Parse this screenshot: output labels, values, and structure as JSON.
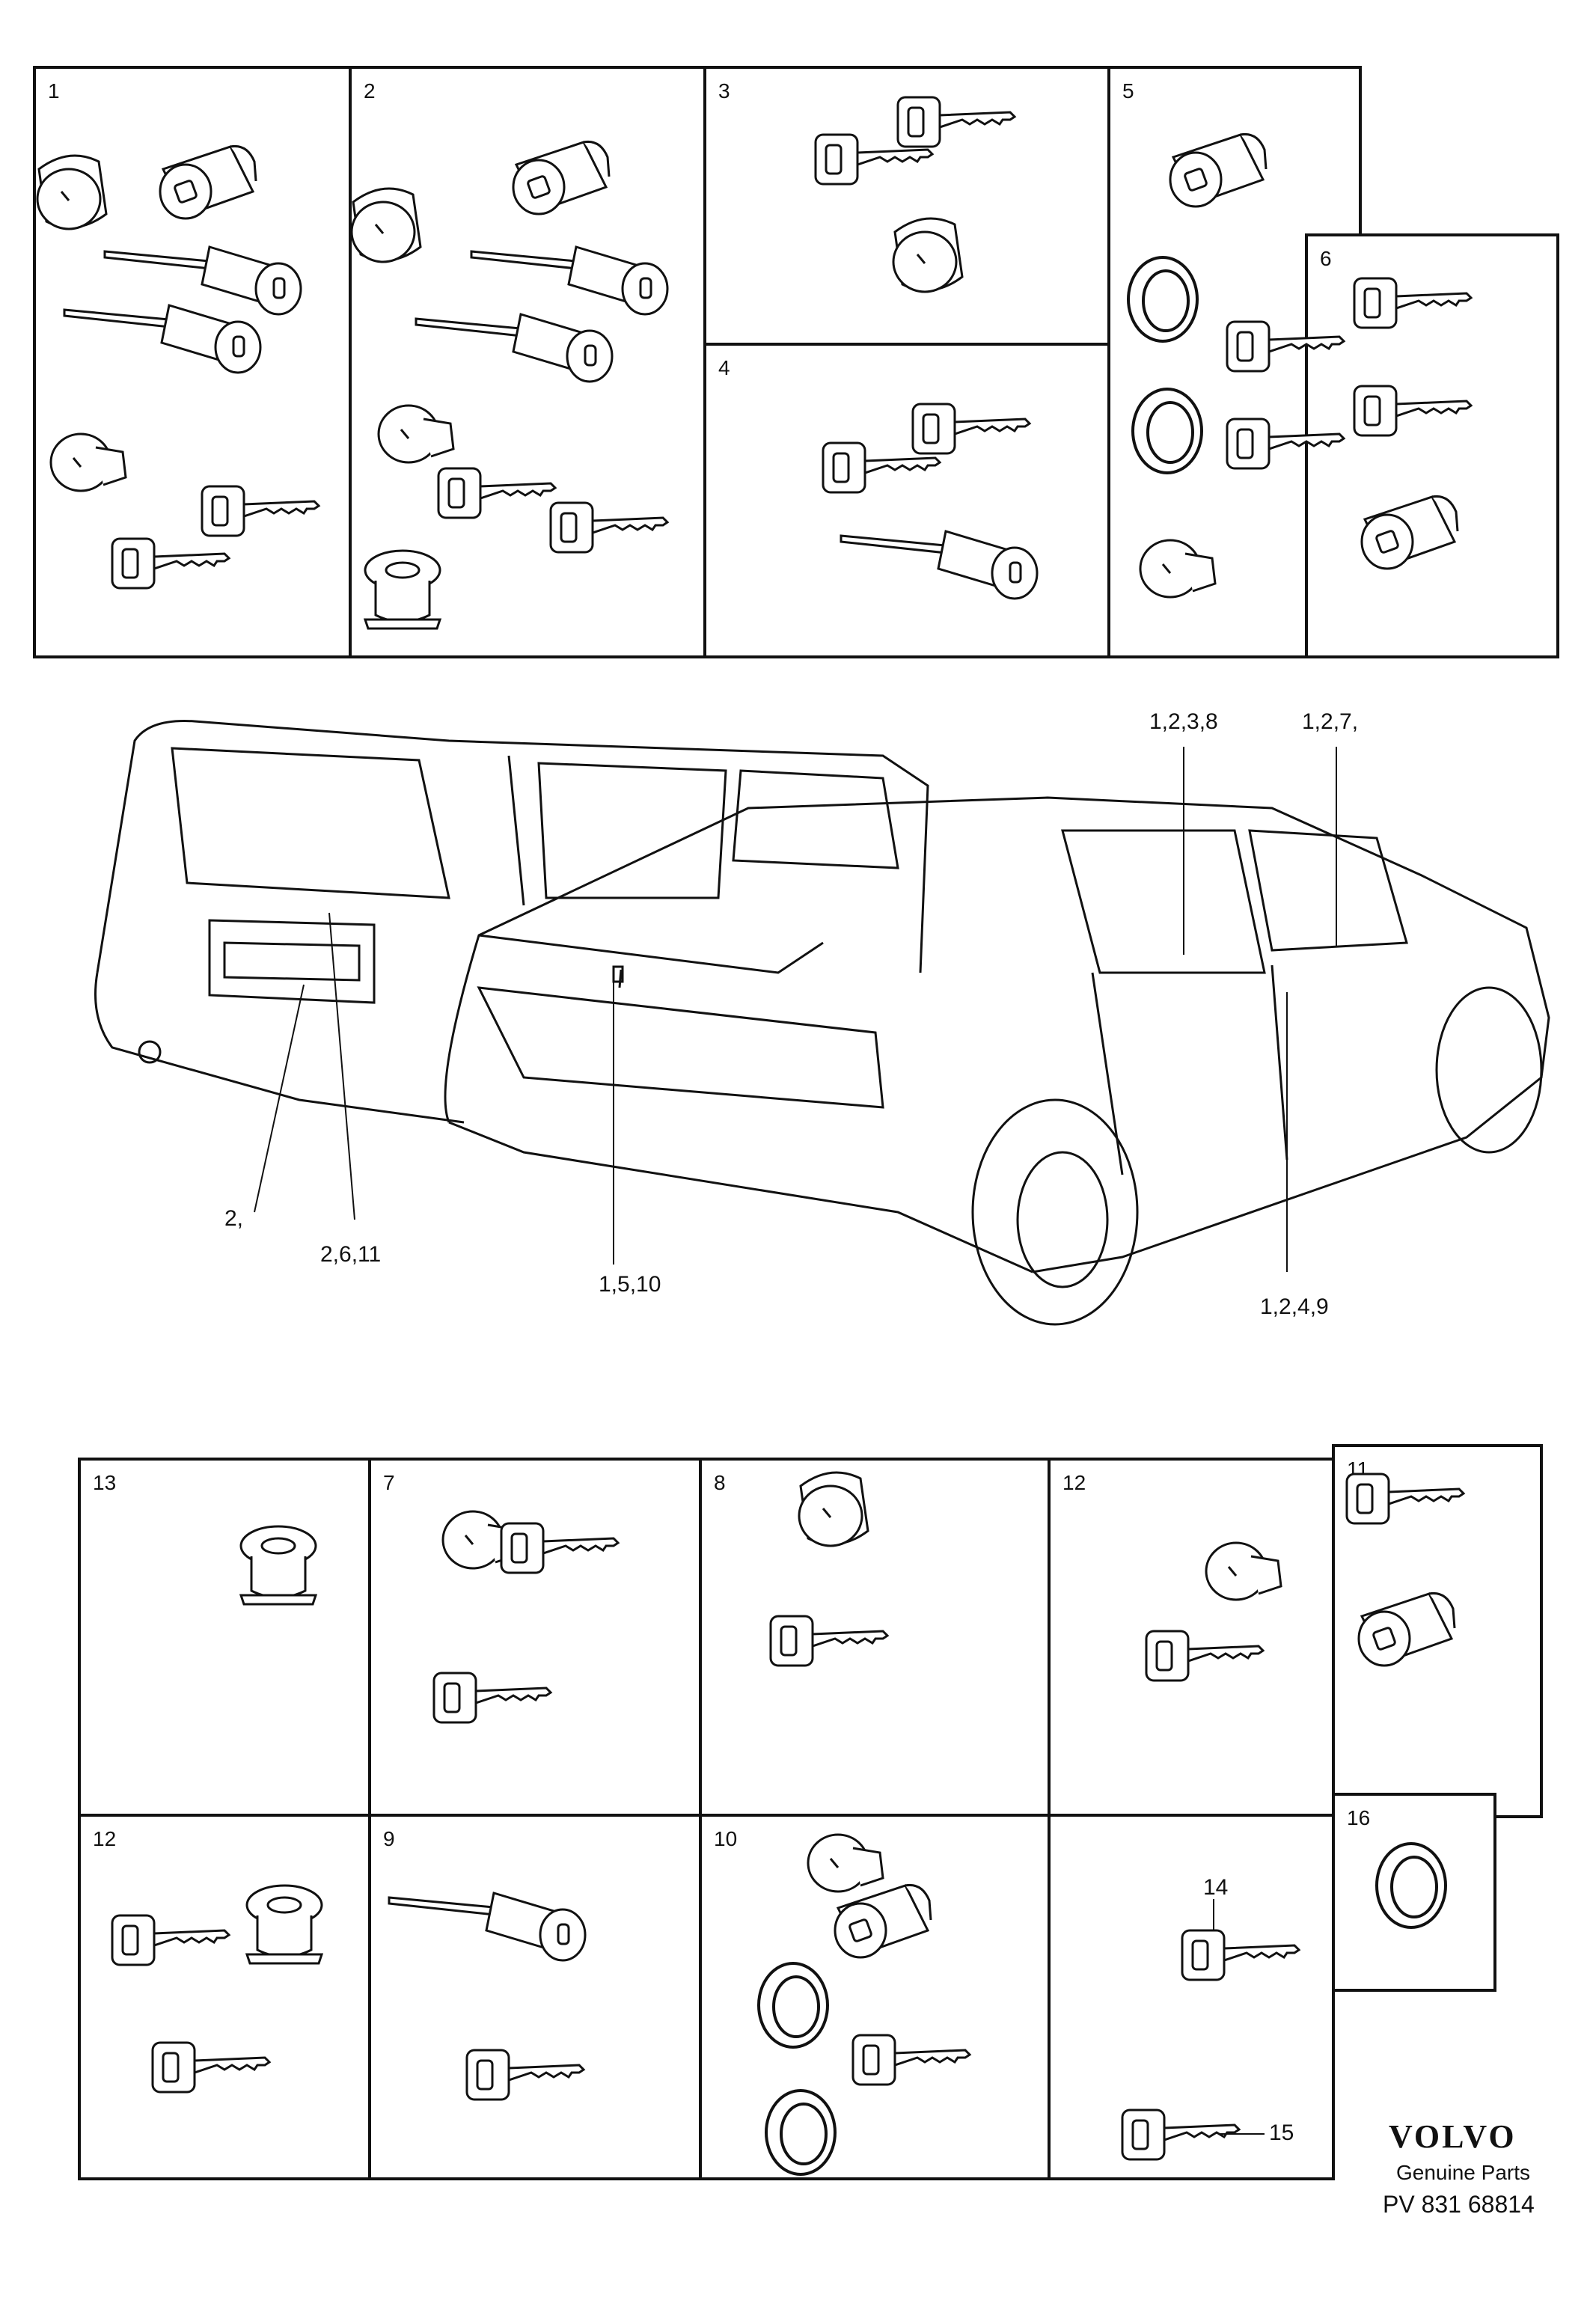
{
  "panels_top": [
    {
      "number": "1"
    },
    {
      "number": "2"
    },
    {
      "number": "3"
    },
    {
      "number": "4"
    },
    {
      "number": "5"
    },
    {
      "number": "6"
    }
  ],
  "panels_bottom": [
    {
      "number": "13"
    },
    {
      "number": "7"
    },
    {
      "number": "8"
    },
    {
      "number": "12"
    },
    {
      "number": "11"
    },
    {
      "number": "12"
    },
    {
      "number": "9"
    },
    {
      "number": "10"
    },
    {
      "number": "16"
    }
  ],
  "part_callouts": [
    "14",
    "15"
  ],
  "car_callouts": {
    "front_door": "1,2,3,8",
    "rear_door": "1,2,7,",
    "wagon_bumper": "2,",
    "wagon_tailgate": "2,6,11",
    "sedan_trunk": "1,5,10",
    "rear_door_handle": "1,2,4,9"
  },
  "brand": {
    "logo": "VOLVO",
    "subtitle": "Genuine Parts",
    "code": "PV 831 68814"
  }
}
